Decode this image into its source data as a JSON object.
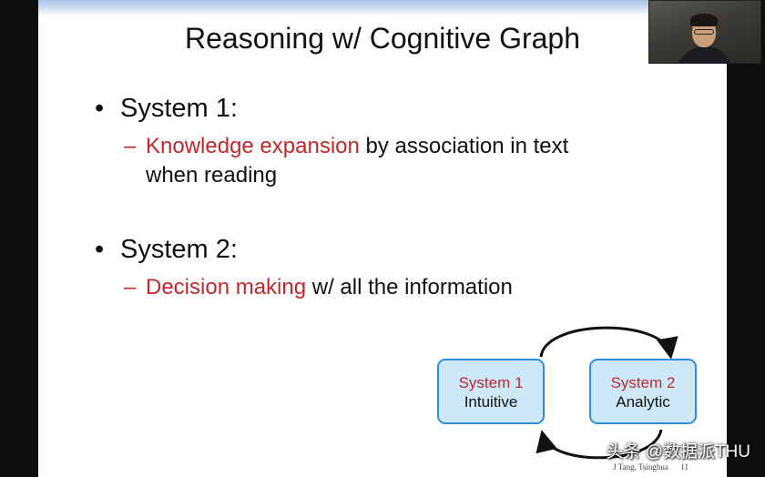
{
  "slide": {
    "title": "Reasoning w/ Cognitive Graph",
    "bullets": [
      {
        "marker": "•",
        "heading": "System 1:",
        "sub_dash": "–",
        "sub_highlight": "Knowledge expansion",
        "sub_rest_line1": " by association in text",
        "sub_rest_line2": "when reading"
      },
      {
        "marker": "•",
        "heading": "System 2:",
        "sub_dash": "–",
        "sub_highlight": "Decision making",
        "sub_rest_line1": " w/ all the information"
      }
    ],
    "diagram": {
      "node1": {
        "title": "System 1",
        "subtitle": "Intuitive"
      },
      "node2": {
        "title": "System 2",
        "subtitle": "Analytic"
      }
    },
    "footer": {
      "author": "J Tang, Tsinghua",
      "page": "11"
    }
  },
  "overlay": {
    "watermark": "头条 @数据派THU",
    "webcam": "presenter-webcam"
  },
  "colors": {
    "highlight": "#c0282d",
    "node_fill": "#cde8f8",
    "node_border": "#2e8fd8",
    "header_band": "#aac3e3"
  }
}
